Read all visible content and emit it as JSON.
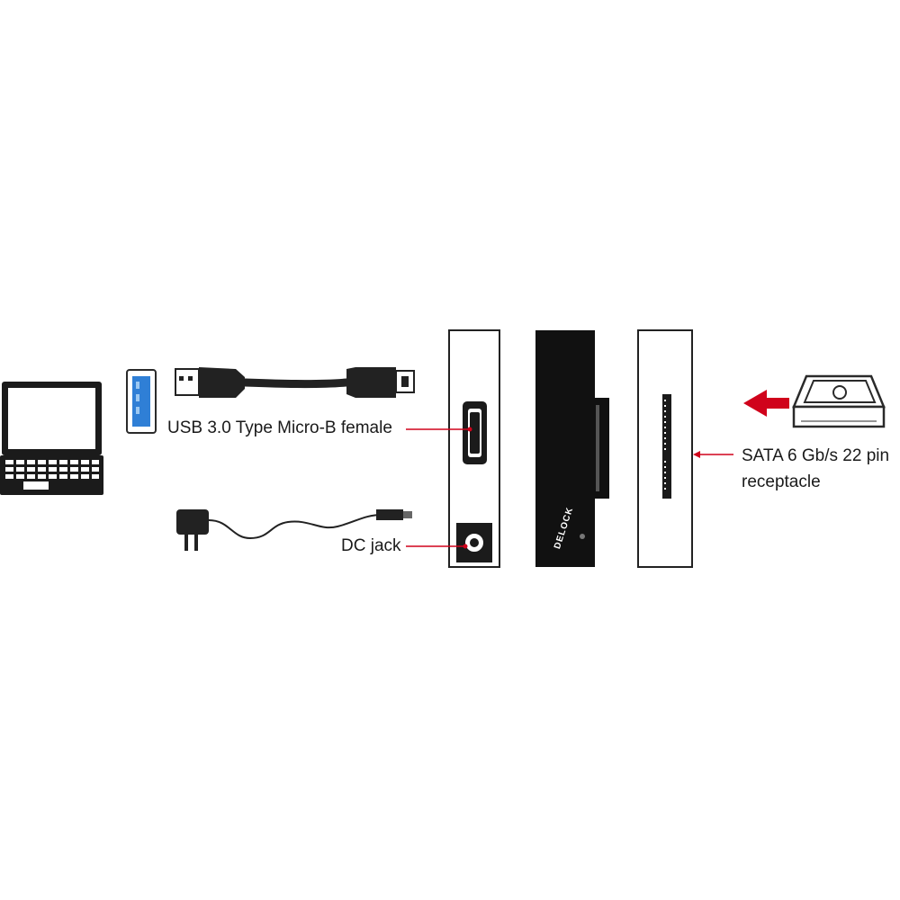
{
  "labels": {
    "usb_port": "USB 3.0 Type Micro-B female",
    "dc_jack": "DC jack",
    "sata_line1": "SATA 6 Gb/s 22 pin",
    "sata_line2": "receptacle"
  },
  "brand": "DELOCK",
  "colors": {
    "arrow_red": "#d0021b",
    "usb_blue": "#2f7fd6",
    "device_black": "#111111"
  },
  "icons": [
    "laptop-icon",
    "usb-a-port-icon",
    "usb-cable-icon",
    "power-adapter-icon",
    "hard-drive-icon"
  ]
}
